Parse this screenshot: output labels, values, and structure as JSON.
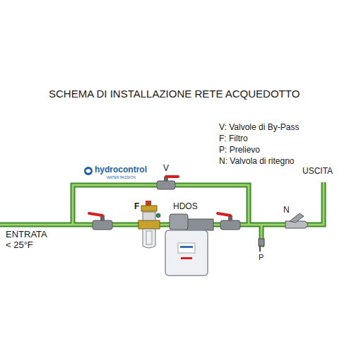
{
  "diagram": {
    "title": "SCHEMA DI INSTALLAZIONE RETE ACQUEDOTTO",
    "labels": [
      "hydrocontrol",
      "WATER PASSION",
      "V",
      "V: Valvole di By-Pass",
      "F: Filtro",
      "P: Prelievo",
      "N: Valvola di ritegno",
      "USCITA",
      "F",
      "HDOS",
      "N",
      "ENTRATA < 25°F",
      "P"
    ]
  }
}
